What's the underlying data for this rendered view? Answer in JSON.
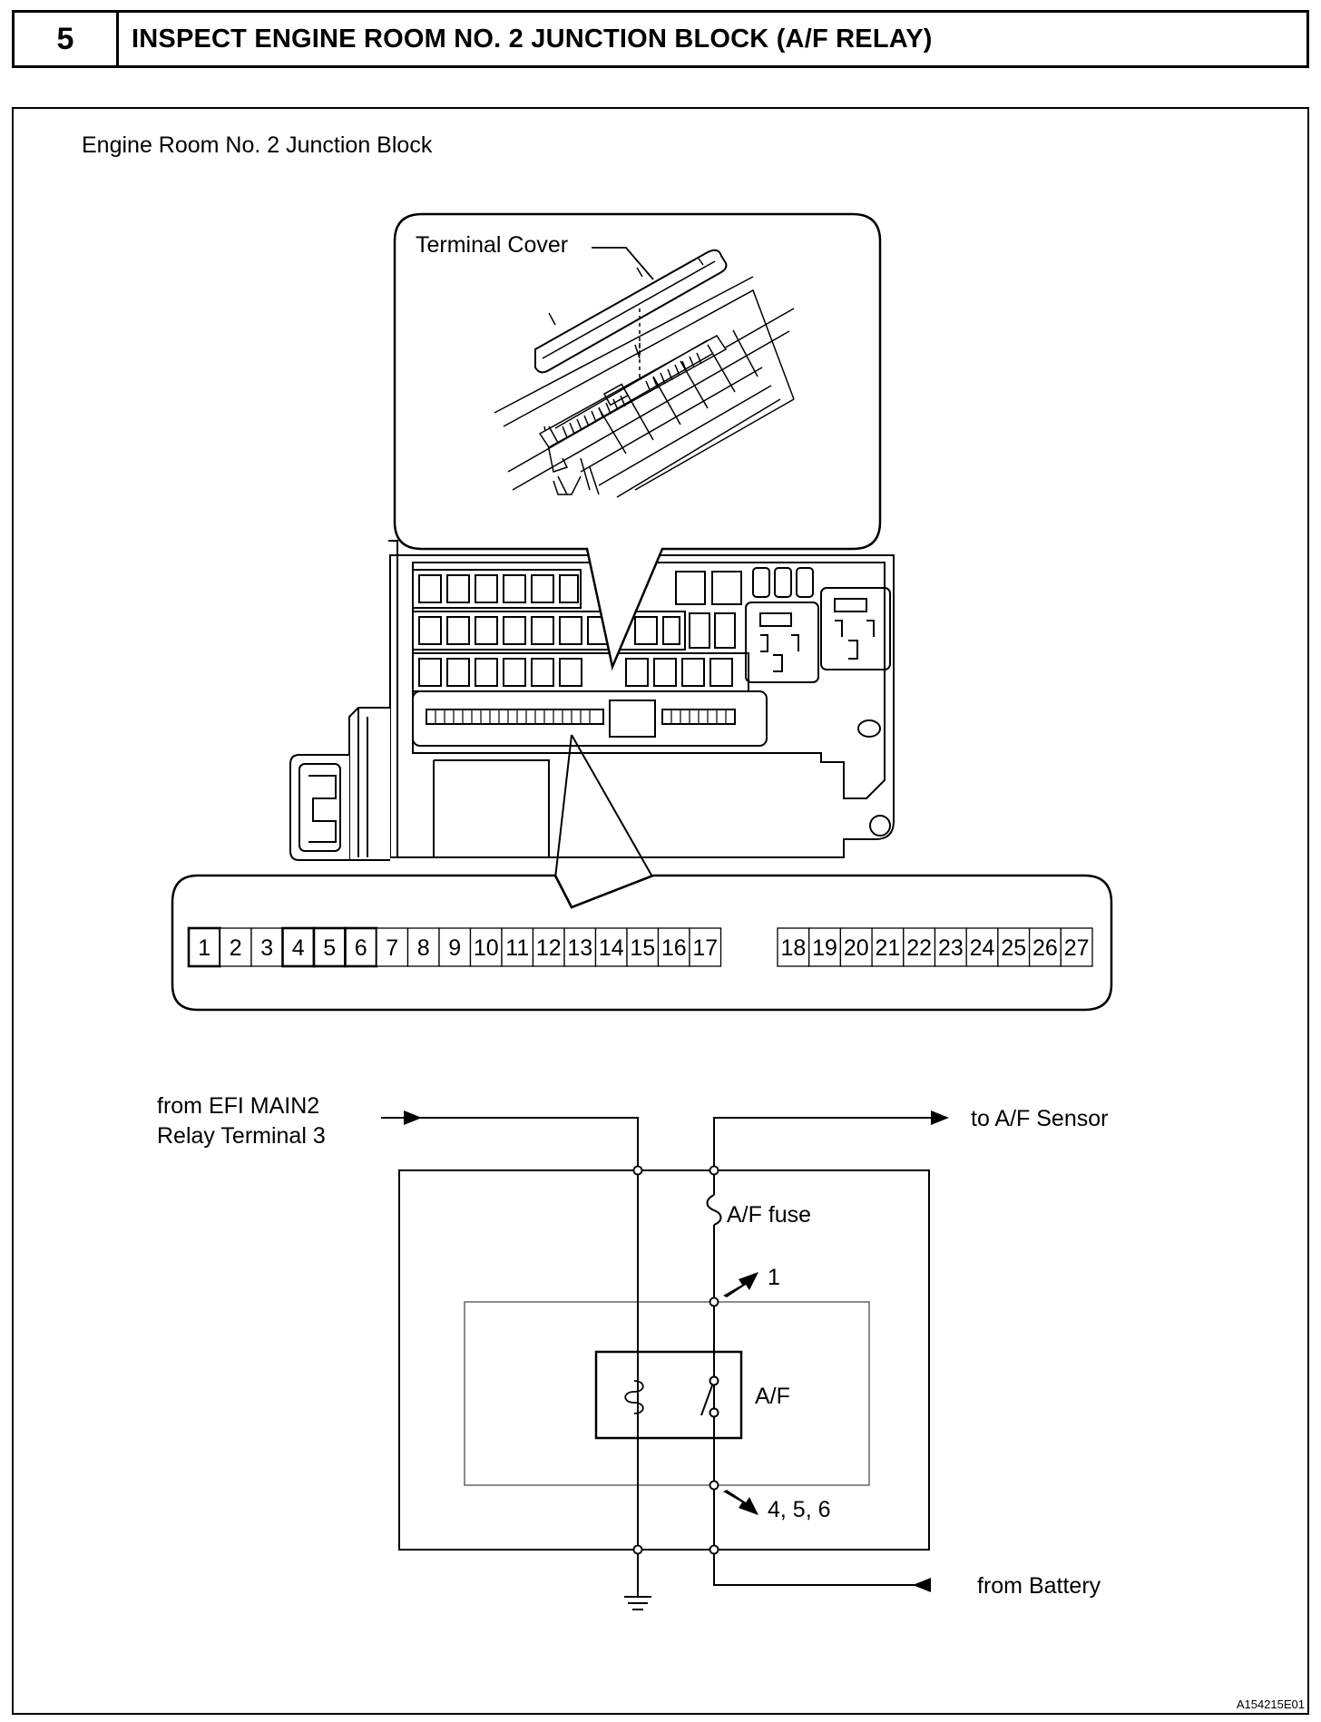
{
  "step": {
    "number": "5",
    "title": "INSPECT ENGINE ROOM NO. 2 JUNCTION BLOCK (A/F RELAY)"
  },
  "figure": {
    "caption": "Engine Room No. 2 Junction Block",
    "callout": "Terminal Cover",
    "terminals_left": [
      "1",
      "2",
      "3",
      "4",
      "5",
      "6",
      "7",
      "8",
      "9",
      "10",
      "11",
      "12",
      "13",
      "14",
      "15",
      "16",
      "17"
    ],
    "terminals_right": [
      "18",
      "19",
      "20",
      "21",
      "22",
      "23",
      "24",
      "25",
      "26",
      "27"
    ],
    "highlighted_terminals": [
      "1",
      "4",
      "5",
      "6"
    ]
  },
  "schematic": {
    "from_efi_line1": "from EFI MAIN2",
    "from_efi_line2": "Relay Terminal 3",
    "to_af_sensor": "to A/F Sensor",
    "fuse_label": "A/F fuse",
    "terminal_1_label": "1",
    "relay_label": "A/F",
    "terminal_456_label": "4, 5, 6",
    "from_battery": "from Battery"
  },
  "figure_id": "A154215E01"
}
